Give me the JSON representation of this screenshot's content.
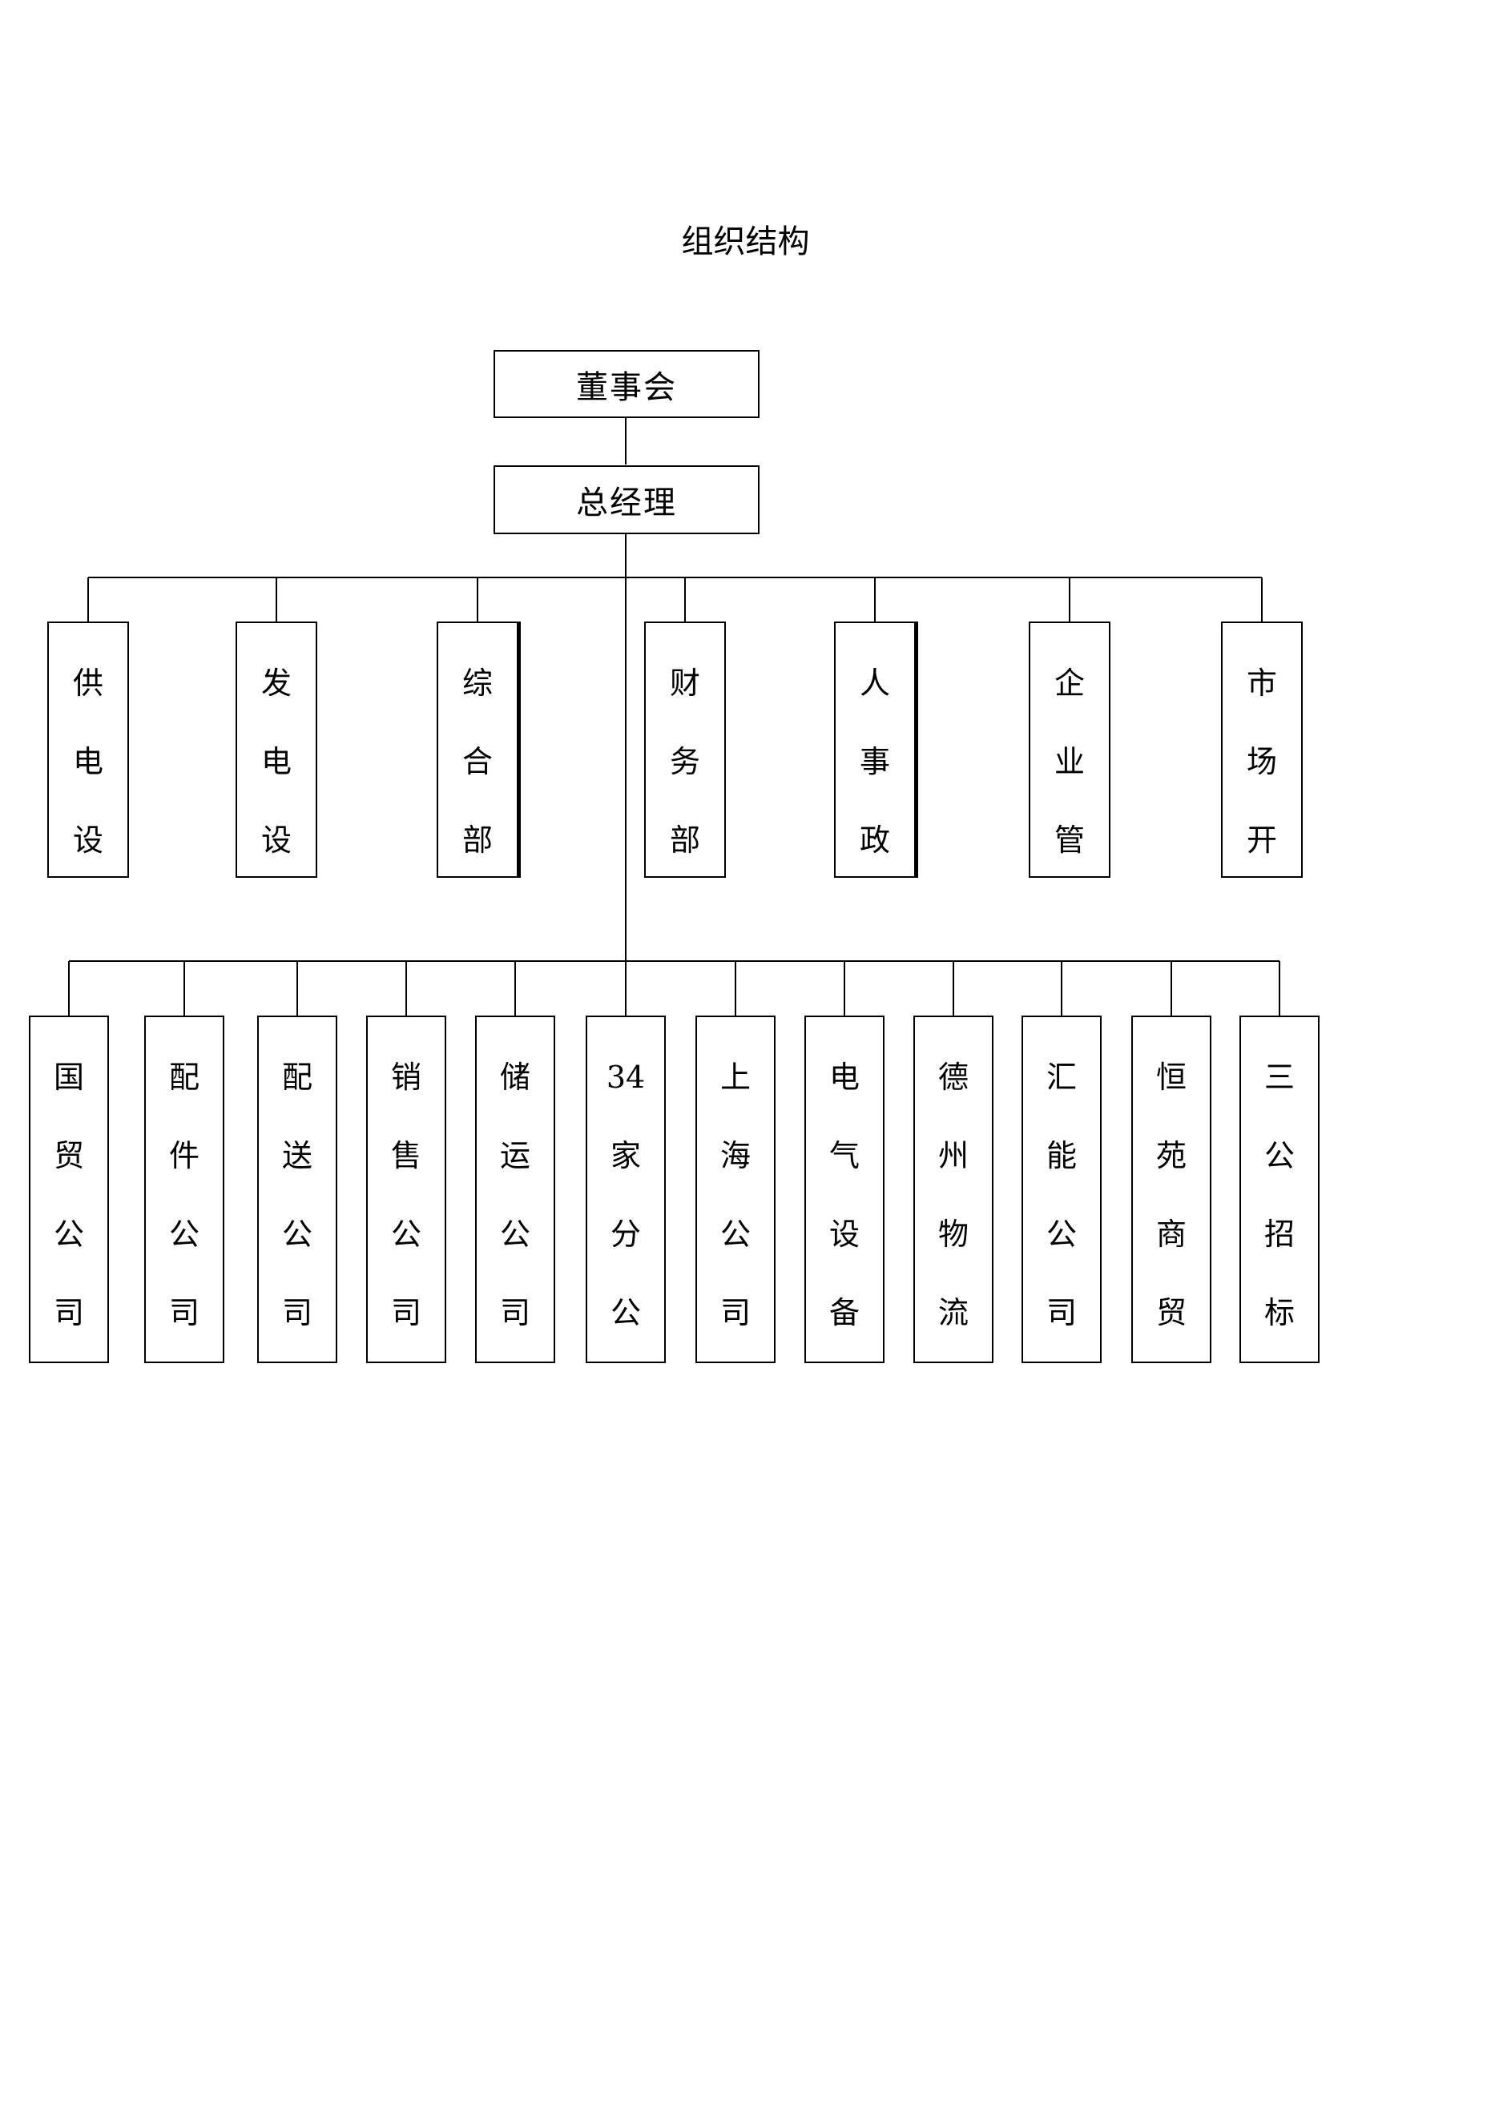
{
  "title": "组织结构",
  "board": "董事会",
  "gm": "总经理",
  "departments": [
    {
      "name": "供电设",
      "chars": [
        "供",
        "电",
        "设"
      ]
    },
    {
      "name": "发电设",
      "chars": [
        "发",
        "电",
        "设"
      ]
    },
    {
      "name": "综合部",
      "chars": [
        "综",
        "合",
        "部"
      ]
    },
    {
      "name": "财务部",
      "chars": [
        "财",
        "务",
        "部"
      ]
    },
    {
      "name": "人事政",
      "chars": [
        "人",
        "事",
        "政"
      ]
    },
    {
      "name": "企业管",
      "chars": [
        "企",
        "业",
        "管"
      ]
    },
    {
      "name": "市场开",
      "chars": [
        "市",
        "场",
        "开"
      ]
    }
  ],
  "subsidiaries": [
    {
      "name": "国贸公司",
      "chars": [
        "国",
        "贸",
        "公",
        "司"
      ]
    },
    {
      "name": "配件公司",
      "chars": [
        "配",
        "件",
        "公",
        "司"
      ]
    },
    {
      "name": "配送公司",
      "chars": [
        "配",
        "送",
        "公",
        "司"
      ]
    },
    {
      "name": "销售公司",
      "chars": [
        "销",
        "售",
        "公",
        "司"
      ]
    },
    {
      "name": "储运公司",
      "chars": [
        "储",
        "运",
        "公",
        "司"
      ]
    },
    {
      "name": "34家分公",
      "chars": [
        "34",
        "家",
        "分",
        "公"
      ]
    },
    {
      "name": "上海公司",
      "chars": [
        "上",
        "海",
        "公",
        "司"
      ]
    },
    {
      "name": "电气设备",
      "chars": [
        "电",
        "气",
        "设",
        "备"
      ]
    },
    {
      "name": "德州物流",
      "chars": [
        "德",
        "州",
        "物",
        "流"
      ]
    },
    {
      "name": "汇能公司",
      "chars": [
        "汇",
        "能",
        "公",
        "司"
      ]
    },
    {
      "name": "恒苑商贸",
      "chars": [
        "恒",
        "苑",
        "商",
        "贸"
      ]
    },
    {
      "name": "三公招标",
      "chars": [
        "三",
        "公",
        "招",
        "标"
      ]
    }
  ]
}
